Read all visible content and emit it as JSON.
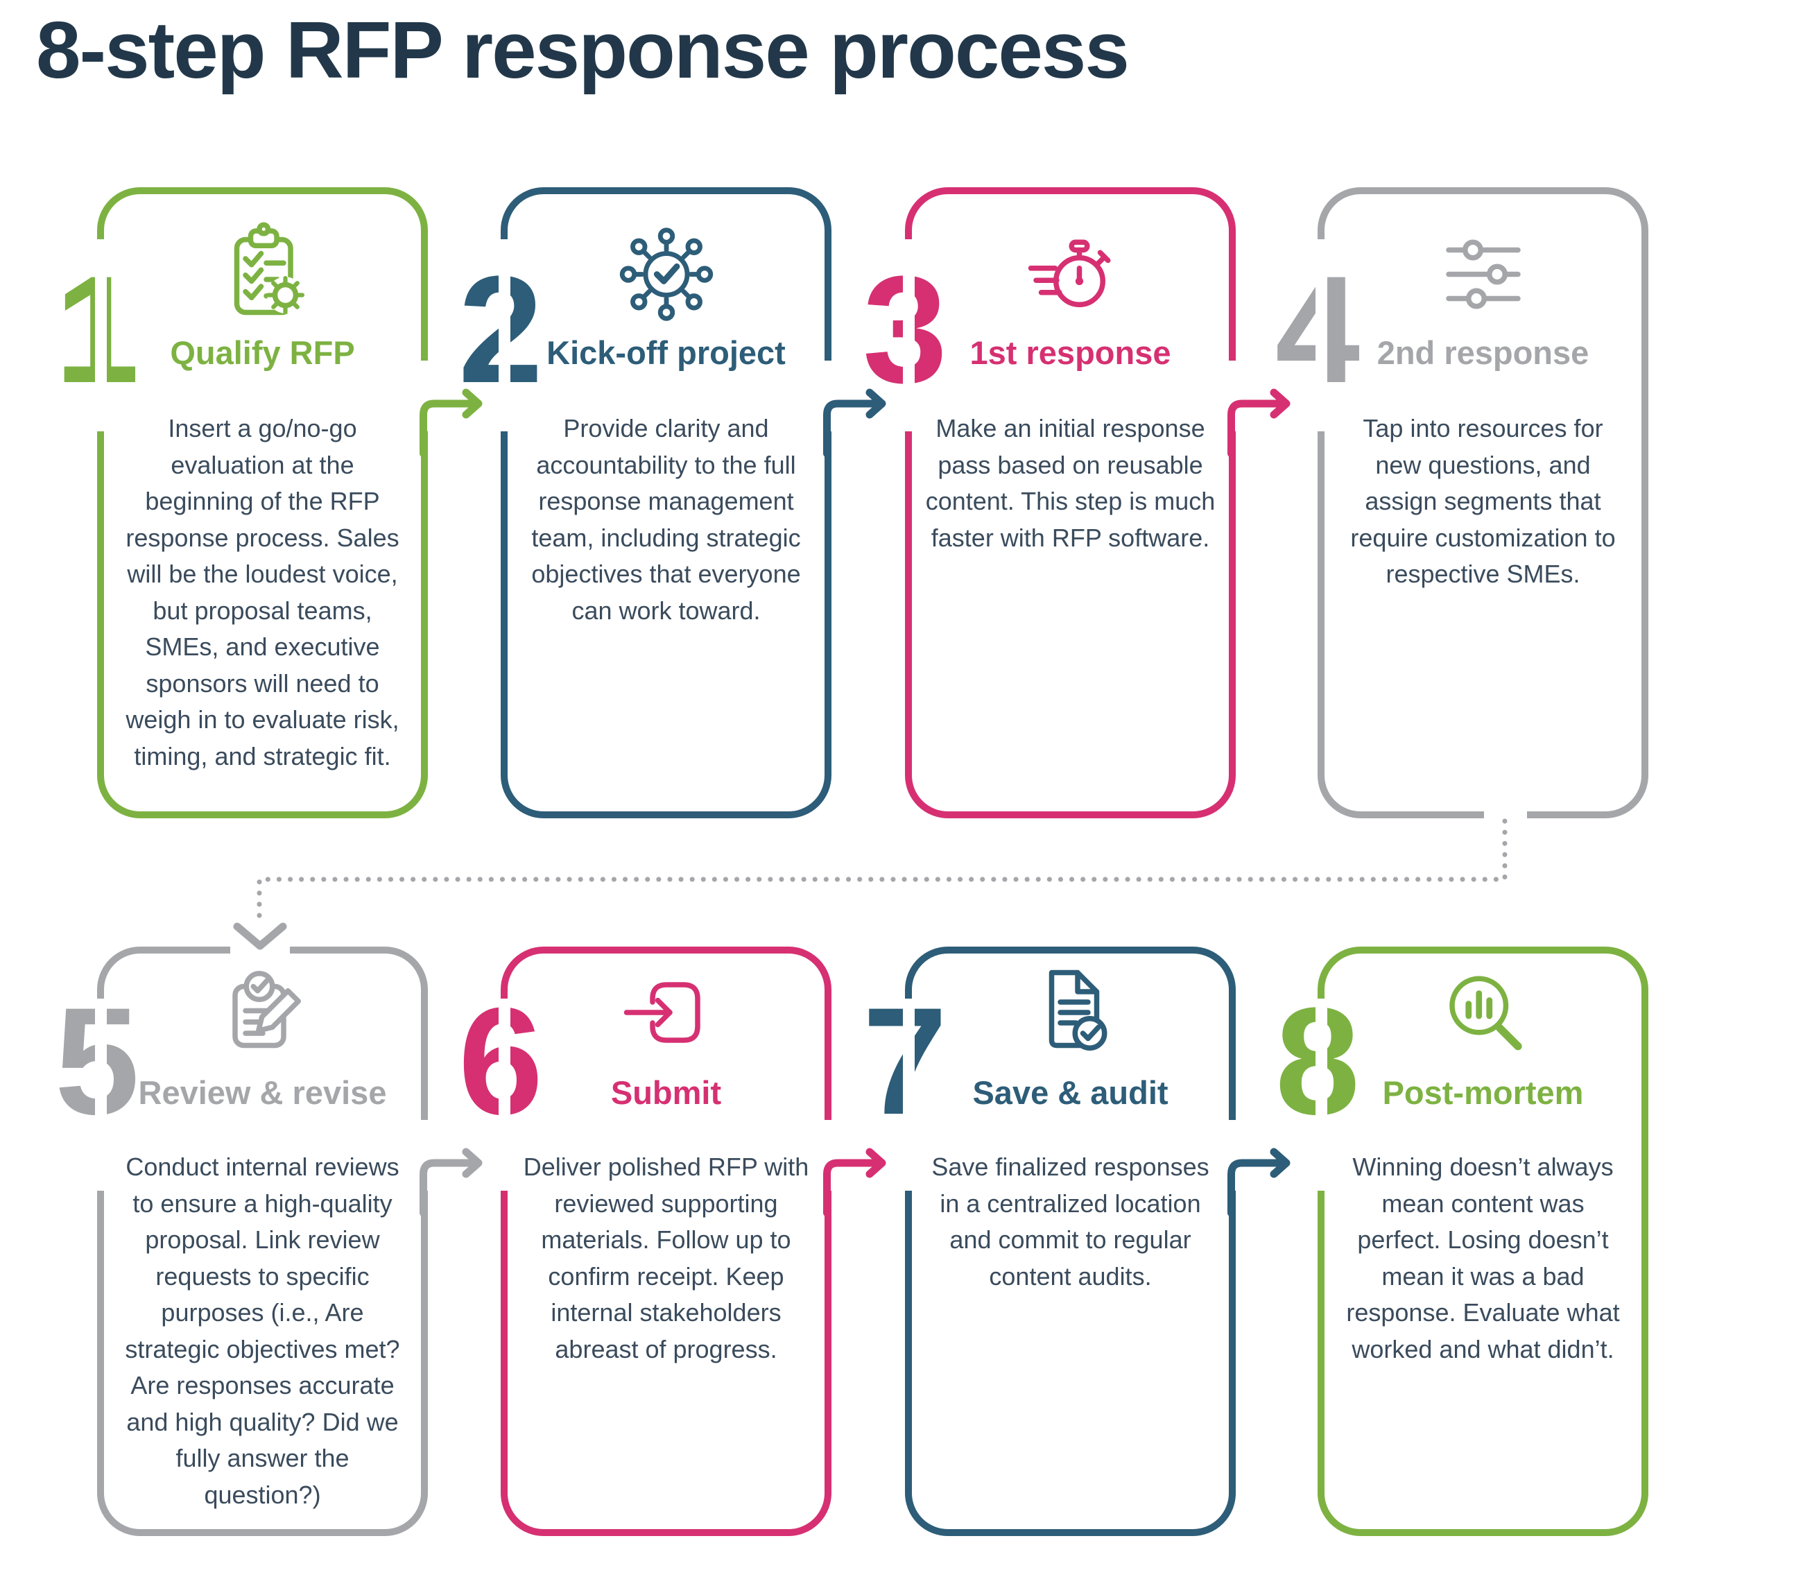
{
  "page": {
    "title": "8-step RFP response process"
  },
  "palette": {
    "green": "#7db242",
    "teal": "#2d5d78",
    "pink": "#d63072",
    "gray": "#a5a6aa",
    "heading": "#22384a",
    "body_text": "#3a4b5c",
    "background": "#ffffff"
  },
  "cards": [
    {
      "number": "1",
      "title": "Qualify RFP",
      "color": "green",
      "icon": "clipboard-checklist-gear-icon",
      "description": "Insert a go/no-go evaluation at the beginning of the RFP response process. Sales will be the loudest voice, but proposal teams, SMEs, and executive sponsors will need to weigh in to evaluate risk, timing, and strategic fit.",
      "arrow_to_next": "green"
    },
    {
      "number": "2",
      "title": "Kick-off project",
      "color": "teal",
      "icon": "network-check-icon",
      "description": "Provide clarity and accountability to the full response management team, including strategic objectives that everyone can work toward.",
      "arrow_to_next": "teal"
    },
    {
      "number": "3",
      "title": "1st response",
      "color": "pink",
      "icon": "stopwatch-icon",
      "description": "Make an initial response pass based on reusable content. This step is much faster with RFP software.",
      "arrow_to_next": "pink"
    },
    {
      "number": "4",
      "title": "2nd response",
      "color": "gray",
      "icon": "sliders-icon",
      "description": "Tap into resources for new questions, and assign segments that require customization to respective SMEs.",
      "arrow_to_next": "dotted-gray-down"
    },
    {
      "number": "5",
      "title": "Review & revise",
      "color": "gray",
      "icon": "notepad-pencil-check-icon",
      "description": "Conduct internal reviews to ensure a high-quality proposal. Link review requests to specific purposes (i.e., Are strategic objectives met? Are responses accurate and high quality? Did we fully answer the question?)",
      "arrow_to_next": "gray"
    },
    {
      "number": "6",
      "title": "Submit",
      "color": "pink",
      "icon": "submit-arrow-icon",
      "description": "Deliver polished RFP with reviewed supporting materials. Follow up to confirm receipt. Keep internal stakeholders abreast of progress.",
      "arrow_to_next": "pink"
    },
    {
      "number": "7",
      "title": "Save & audit",
      "color": "teal",
      "icon": "document-check-icon",
      "description": "Save finalized responses in a centralized location and commit to regular content audits.",
      "arrow_to_next": "teal"
    },
    {
      "number": "8",
      "title": "Post-mortem",
      "color": "green",
      "icon": "magnifier-bar-chart-icon",
      "description": "Winning doesn’t always mean content was perfect. Losing doesn’t mean it was a bad response. Evaluate what worked and what didn’t."
    }
  ],
  "connector": {
    "from": "step-4",
    "to": "step-5",
    "style": "dotted",
    "color": "gray"
  }
}
